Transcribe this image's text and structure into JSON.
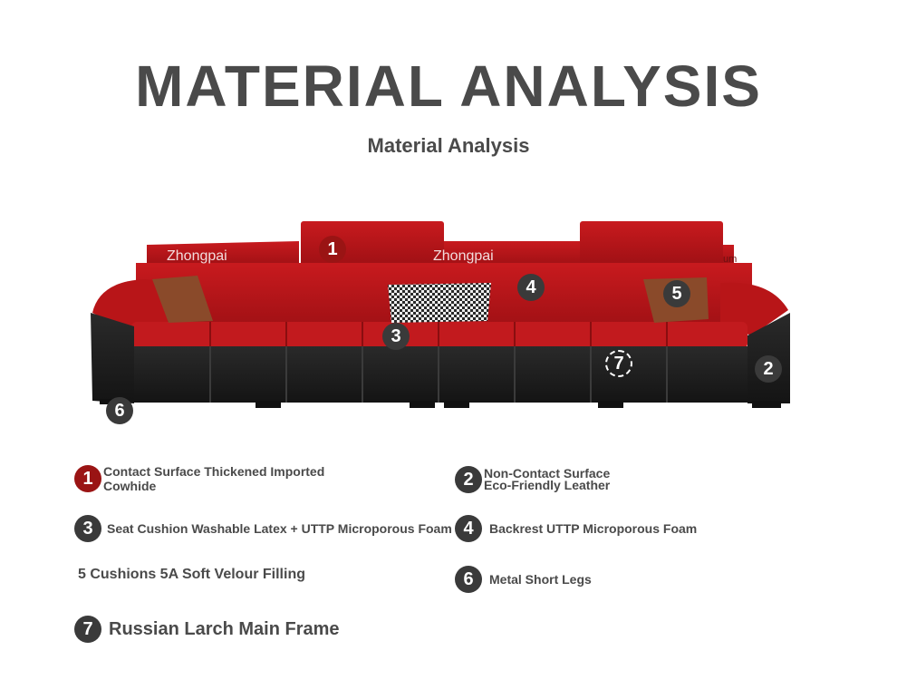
{
  "header": {
    "title": "MATERIAL ANALYSIS",
    "subtitle": "Material Analysis"
  },
  "image": {
    "brand_marks": [
      "Zhongpai",
      "Zhongpai"
    ],
    "tag_fragment": "um",
    "markers": [
      "1",
      "2",
      "3",
      "4",
      "5",
      "6",
      "7"
    ],
    "colors": {
      "leather_red": "#b01418",
      "base_black": "#1c1c1c",
      "marker_red": "#9a1414",
      "marker_dark": "#3a3a3a"
    }
  },
  "legend": [
    {
      "num": "1",
      "text": "Contact Surface Thickened Imported Cowhide"
    },
    {
      "num": "2",
      "text": "Non-Contact Surface\nEco-Friendly Leather",
      "line1": "Non-Contact Surface",
      "line2": "Eco-Friendly Leather"
    },
    {
      "num": "3",
      "text": "Seat Cushion Washable Latex + UTTP Microporous Foam"
    },
    {
      "num": "4",
      "text": "Backrest UTTP Microporous Foam"
    },
    {
      "num": "5",
      "text": "5 Cushions 5A Soft Velour Filling"
    },
    {
      "num": "6",
      "text": "Metal Short Legs"
    },
    {
      "num": "7",
      "text": "Russian Larch Main Frame"
    }
  ]
}
